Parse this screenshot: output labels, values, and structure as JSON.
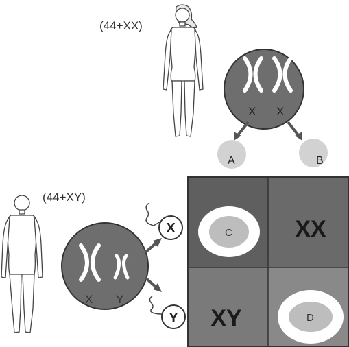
{
  "female": {
    "karyotype": "(44+XX)",
    "chromosome_labels": [
      "X",
      "X"
    ]
  },
  "female_gametes": {
    "a": "A",
    "b": "B"
  },
  "male": {
    "karyotype": "(44+XY)",
    "chromosome_labels": [
      "X",
      "Y"
    ]
  },
  "sperm": {
    "x": "X",
    "y": "Y"
  },
  "punnett": {
    "c": "C",
    "xx": "XX",
    "xy": "XY",
    "d": "D"
  },
  "colors": {
    "cell_fill": "#6e6e6e",
    "grid_cell_1": "#5f5f5f",
    "grid_cell_2": "#6a6a6a",
    "grid_cell_3": "#7a7a7a",
    "grid_cell_4": "#898989",
    "chromosome": "#ffffff",
    "gamete": "#d2d2d2"
  }
}
